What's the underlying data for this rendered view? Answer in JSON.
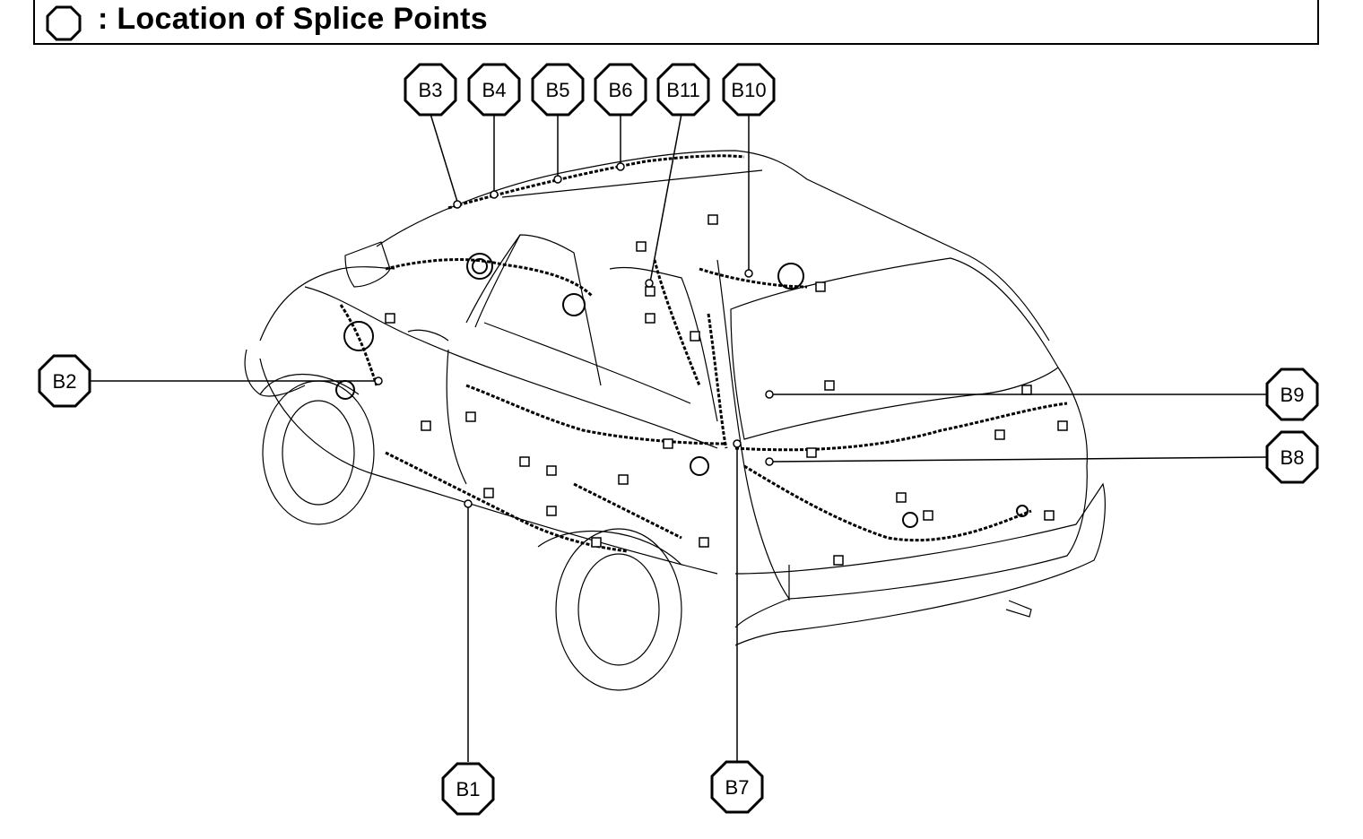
{
  "header": {
    "title": ": Location of Splice Points",
    "icon": "octagon-icon"
  },
  "splice_points": [
    {
      "id": "B1",
      "label": "B1"
    },
    {
      "id": "B2",
      "label": "B2"
    },
    {
      "id": "B3",
      "label": "B3"
    },
    {
      "id": "B4",
      "label": "B4"
    },
    {
      "id": "B5",
      "label": "B5"
    },
    {
      "id": "B6",
      "label": "B6"
    },
    {
      "id": "B7",
      "label": "B7"
    },
    {
      "id": "B8",
      "label": "B8"
    },
    {
      "id": "B9",
      "label": "B9"
    },
    {
      "id": "B10",
      "label": "B10"
    },
    {
      "id": "B11",
      "label": "B11"
    }
  ],
  "colors": {
    "line": "#000000",
    "background": "#ffffff"
  }
}
